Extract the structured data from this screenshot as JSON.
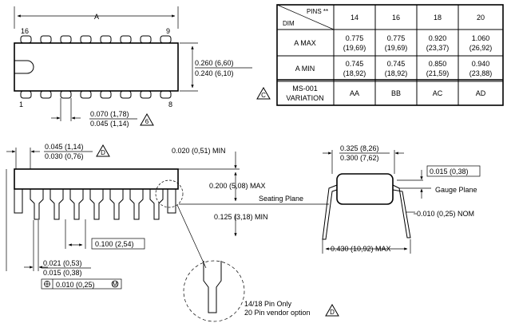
{
  "top_view": {
    "dim_a": "A",
    "pin16": "16",
    "pin9": "9",
    "pin1": "1",
    "pin8": "8",
    "width_max": "0.260 (6,60)",
    "width_min": "0.240 (6,10)",
    "pin_w_max": "0.070 (1,78)",
    "pin_w_min": "0.045 (1,14)",
    "note_pin_w": "6"
  },
  "table": {
    "header_pins": "PINS **",
    "header_dim": "DIM",
    "cols": [
      "14",
      "16",
      "18",
      "20"
    ],
    "rows": [
      {
        "label": "A  MAX",
        "values": [
          [
            "0.775",
            "(19,69)"
          ],
          [
            "0.775",
            "(19,69)"
          ],
          [
            "0.920",
            "(23,37)"
          ],
          [
            "1.060",
            "(26,92)"
          ]
        ]
      },
      {
        "label": "A  MIN",
        "values": [
          [
            "0.745",
            "(18,92)"
          ],
          [
            "0.745",
            "(18,92)"
          ],
          [
            "0.850",
            "(21,59)"
          ],
          [
            "0.940",
            "(23,88)"
          ]
        ]
      }
    ],
    "variation_label_1": "MS-001",
    "variation_label_2": "VARIATION",
    "variations": [
      "AA",
      "BB",
      "AC",
      "AD"
    ],
    "note_c": "C"
  },
  "side_view": {
    "end_w_max": "0.045 (1,14)",
    "end_w_min": "0.030 (0,76)",
    "note_end": "D",
    "seat_min": "0.020 (0,51) MIN",
    "body_h_max": "0.200 (5,08) MAX",
    "seating_plane": "Seating Plane",
    "lead_len_min": "0.125 (3,18) MIN",
    "pitch": "0.100 (2,54)",
    "lead_w_max": "0.021 (0,53)",
    "lead_w_min": "0.015 (0,38)",
    "tolerance": "0.010 (0,25)",
    "tolerance_m": "M",
    "detail_note_1": "14/18 Pin Only",
    "detail_note_2": "20 Pin vendor option",
    "note_detail": "D"
  },
  "end_view": {
    "row_max": "0.325 (8,26)",
    "row_min": "0.300 (7,62)",
    "lead_t": "0.015 (0,38)",
    "gauge_plane": "Gauge Plane",
    "gauge_dim": "0.010 (0,25) NOM",
    "span_max": "0.430 (10,92) MAX"
  }
}
